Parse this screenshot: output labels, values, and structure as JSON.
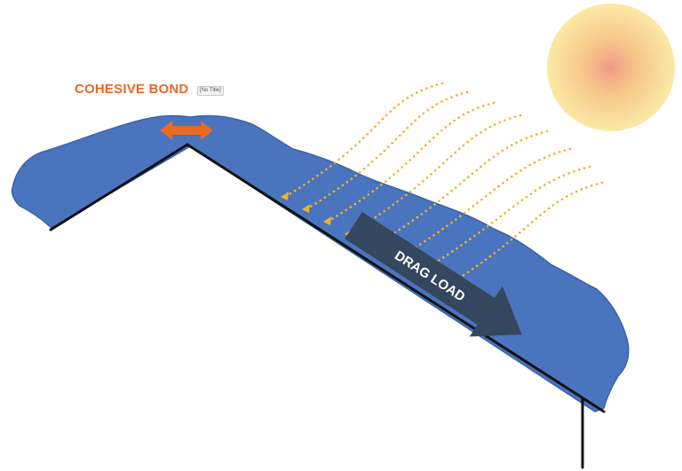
{
  "labels": {
    "cohesive_bond": "COHESIVE BOND",
    "badge": "[No Title]",
    "drag_load": "DRAG LOAD"
  },
  "colors": {
    "snow": "#4a74bd",
    "snow_edge": "#3c63a8",
    "roof_line": "#111111",
    "bond_arrow": "#ea6a1f",
    "bond_text": "#e8692a",
    "drag_arrow": "#34475f",
    "heat_dots": "#f1b12b",
    "sun_core": "#f29a86",
    "sun_outer": "#fbe9a6"
  },
  "icons": {
    "bond_arrow": "double-headed-arrow-icon",
    "drag_arrow": "down-slope-arrow-icon",
    "sun": "sun-icon"
  }
}
